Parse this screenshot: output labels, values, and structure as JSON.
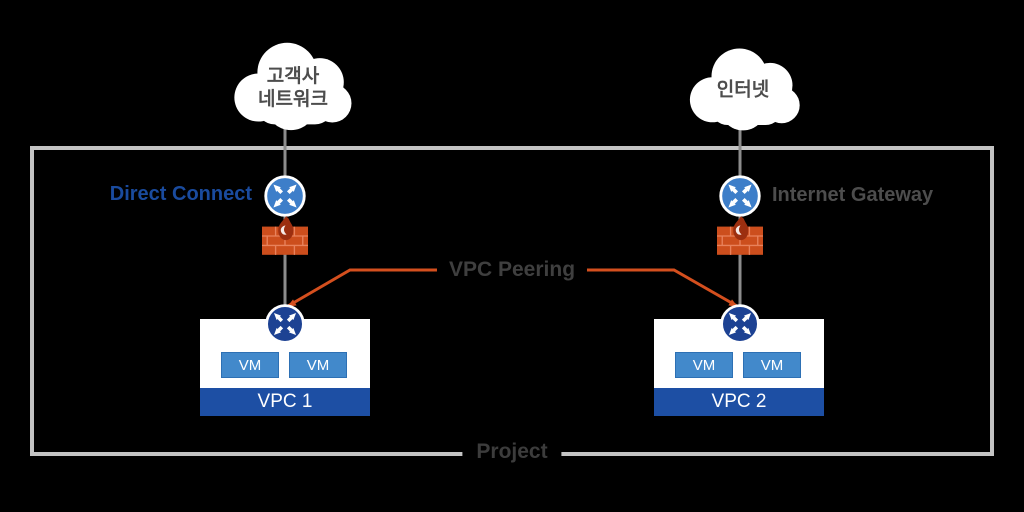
{
  "clouds": {
    "customer": {
      "line1": "고객사",
      "line2": "네트워크"
    },
    "internet": {
      "label": "인터넷"
    }
  },
  "labels": {
    "direct_connect": "Direct Connect",
    "internet_gateway": "Internet Gateway",
    "vpc_peering": "VPC Peering",
    "project": "Project"
  },
  "vpcs": [
    {
      "title": "VPC 1",
      "vms": [
        "VM",
        "VM"
      ]
    },
    {
      "title": "VPC 2",
      "vms": [
        "VM",
        "VM"
      ]
    }
  ],
  "icons": {
    "cloud": "cloud-icon",
    "gateway_router": "router-icon",
    "vpc_router": "router-icon",
    "firewall": "firewall-icon"
  },
  "colors": {
    "gateway_router_blue": "#3d7ec9",
    "vpc_router_navy": "#1d4293",
    "vpc_bar_navy": "#1d4fa4",
    "vm_blue": "#4289cb",
    "firewall_orange": "#cc4e1d",
    "peering_line_orange": "#d44f1e",
    "direct_connect_text": "#1a4b9e",
    "gray_line": "#8c8c8c",
    "project_border_gray": "#c4c4c4",
    "diagram_text_gray": "#4d4d4d"
  }
}
